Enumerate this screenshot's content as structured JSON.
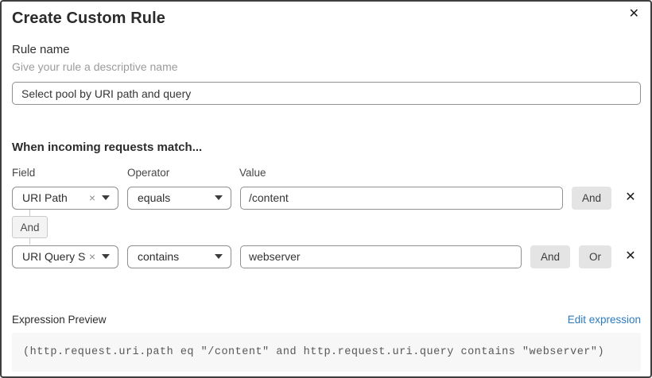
{
  "dialog": {
    "title": "Create Custom Rule"
  },
  "icons": {
    "close": "✕",
    "remove": "✕",
    "clear": "×"
  },
  "rule_name": {
    "label": "Rule name",
    "helper": "Give your rule a descriptive name",
    "value": "Select pool by URI path and query"
  },
  "match_section": {
    "heading": "When incoming requests match...",
    "columns": {
      "field": "Field",
      "operator": "Operator",
      "value": "Value"
    },
    "connector_label": "And",
    "rows": [
      {
        "field": "URI Path",
        "operator": "equals",
        "value": "/content",
        "and_label": "And"
      },
      {
        "field": "URI Query St...",
        "operator": "contains",
        "value": "webserver",
        "and_label": "And",
        "or_label": "Or"
      }
    ]
  },
  "expression": {
    "preview_label": "Expression Preview",
    "edit_link": "Edit expression",
    "code": "(http.request.uri.path eq \"/content\" and http.request.uri.query contains \"webserver\")"
  },
  "colors": {
    "link_blue": "#2c7bbf",
    "button_gray": "#e4e4e4",
    "code_bg": "#f7f7f7",
    "border_dark": "#3f3f3f"
  }
}
